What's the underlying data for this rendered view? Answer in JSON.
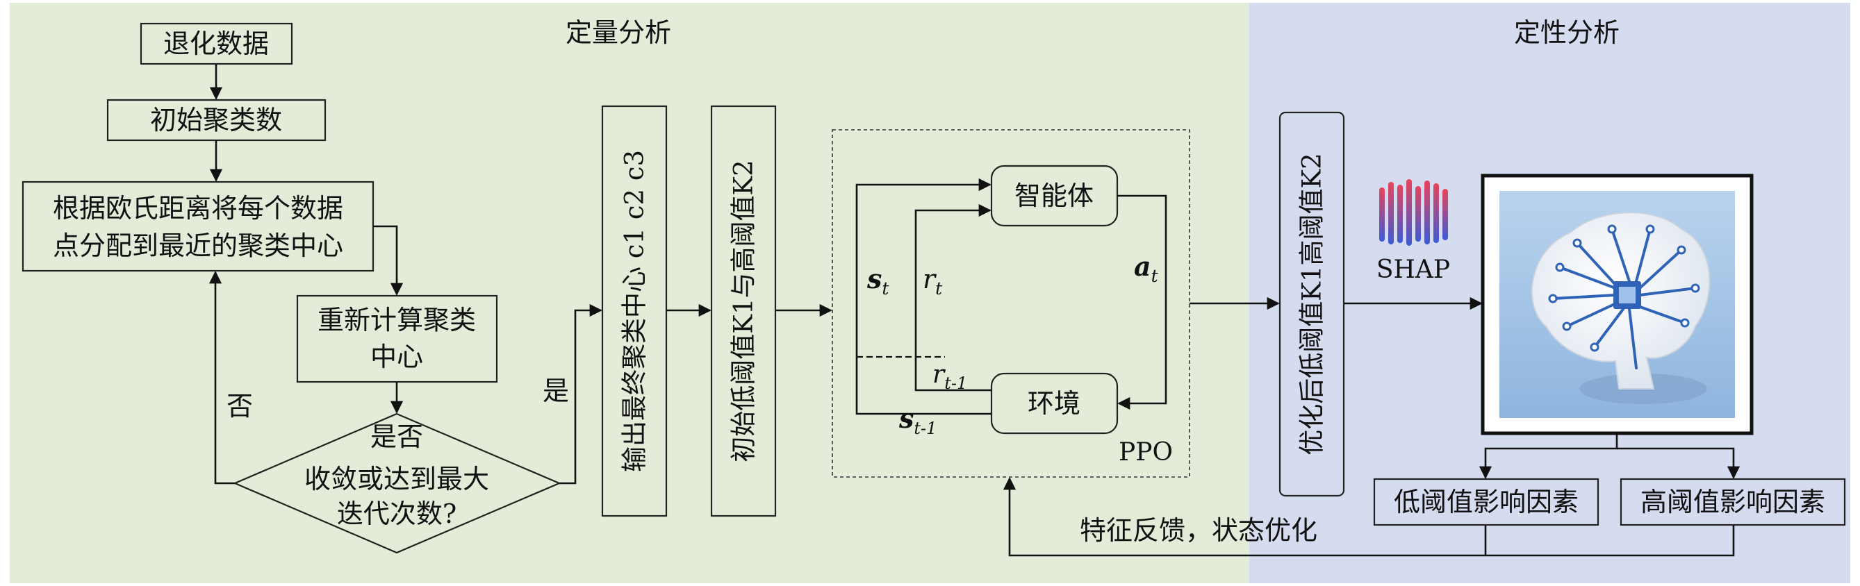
{
  "colors": {
    "quant_bg": "#e2ecd8",
    "qual_bg": "#d6dcef",
    "box_fill": "#e2ecd8",
    "shap_bar_top": "#e8445a",
    "shap_bar_bottom": "#3c5bd6",
    "brain_bg": "#aac8e6",
    "circuit": "#2f63b8"
  },
  "sections": {
    "quant_title": "定量分析",
    "qual_title": "定性分析"
  },
  "flow": {
    "degraded_data": "退化数据",
    "init_clusters": "初始聚类数",
    "assign_line1": "根据欧氏距离将每个数据",
    "assign_line2": "点分配到最近的聚类中心",
    "recompute_line1": "重新计算聚类",
    "recompute_line2": "中心",
    "decision_line1": "是否",
    "decision_line2": "收敛或达到最大",
    "decision_line3": "迭代次数?",
    "no_label": "否",
    "yes_label": "是",
    "output_centers": "输出最终聚类中心 c1 c2 c3",
    "init_thresholds": "初始低阈值K1与高阈值K2"
  },
  "ppo": {
    "agent": "智能体",
    "environment": "环境",
    "frame_label": "PPO",
    "state": "s",
    "state_sub": "t",
    "reward": "r",
    "reward_sub": "t",
    "action": "a",
    "action_sub": "t",
    "prev_reward": "r",
    "prev_reward_sub": "t-1",
    "prev_state": "s",
    "prev_state_sub": "t-1"
  },
  "qualitative": {
    "optimized_thresholds": "优化后低阈值K1高阈值K2",
    "shap_label": "SHAP",
    "low_factors": "低阈值影响因素",
    "high_factors": "高阈值影响因素",
    "feedback": "特征反馈，状态优化"
  }
}
